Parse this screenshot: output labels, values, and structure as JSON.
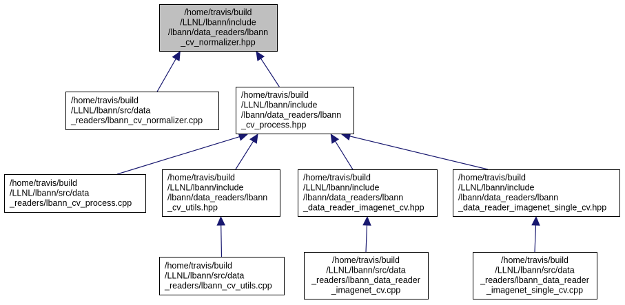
{
  "colors": {
    "root_fill": "#bfbfbf",
    "node_fill": "#ffffff",
    "border": "#000000",
    "edge": "#191970"
  },
  "nodes": [
    {
      "id": "cv_normalizer_hpp",
      "root": true,
      "align": "center",
      "lines": [
        "/home/travis/build",
        "/LLNL/lbann/include",
        "/lbann/data_readers/lbann",
        "_cv_normalizer.hpp"
      ]
    },
    {
      "id": "cv_normalizer_cpp",
      "align": "left",
      "lines": [
        "/home/travis/build",
        "/LLNL/lbann/src/data",
        "_readers/lbann_cv_normalizer.cpp"
      ]
    },
    {
      "id": "cv_process_hpp",
      "align": "left",
      "lines": [
        "/home/travis/build",
        "/LLNL/lbann/include",
        "/lbann/data_readers/lbann",
        "_cv_process.hpp"
      ]
    },
    {
      "id": "cv_process_cpp",
      "align": "left",
      "lines": [
        "/home/travis/build",
        "/LLNL/lbann/src/data",
        "_readers/lbann_cv_process.cpp"
      ]
    },
    {
      "id": "cv_utils_hpp",
      "align": "left",
      "lines": [
        "/home/travis/build",
        "/LLNL/lbann/include",
        "/lbann/data_readers/lbann",
        "_cv_utils.hpp"
      ]
    },
    {
      "id": "imagenet_cv_hpp",
      "align": "left",
      "lines": [
        "/home/travis/build",
        "/LLNL/lbann/include",
        "/lbann/data_readers/lbann",
        "_data_reader_imagenet_cv.hpp"
      ]
    },
    {
      "id": "imagenet_single_cv_hpp",
      "align": "left",
      "lines": [
        "/home/travis/build",
        "/LLNL/lbann/include",
        "/lbann/data_readers/lbann",
        "_data_reader_imagenet_single_cv.hpp"
      ]
    },
    {
      "id": "cv_utils_cpp",
      "align": "left",
      "lines": [
        "/home/travis/build",
        "/LLNL/lbann/src/data",
        "_readers/lbann_cv_utils.cpp"
      ]
    },
    {
      "id": "imagenet_cv_cpp",
      "align": "center",
      "lines": [
        "/home/travis/build",
        "/LLNL/lbann/src/data",
        "_readers/lbann_data_reader",
        "_imagenet_cv.cpp"
      ]
    },
    {
      "id": "imagenet_single_cv_cpp",
      "align": "center",
      "lines": [
        "/home/travis/build",
        "/LLNL/lbann/src/data",
        "_readers/lbann_data_reader",
        "_imagenet_single_cv.cpp"
      ]
    }
  ],
  "edges": [
    {
      "from": "cv_normalizer_cpp",
      "to": "cv_normalizer_hpp"
    },
    {
      "from": "cv_process_hpp",
      "to": "cv_normalizer_hpp"
    },
    {
      "from": "cv_process_cpp",
      "to": "cv_process_hpp"
    },
    {
      "from": "cv_utils_hpp",
      "to": "cv_process_hpp"
    },
    {
      "from": "imagenet_cv_hpp",
      "to": "cv_process_hpp"
    },
    {
      "from": "imagenet_single_cv_hpp",
      "to": "cv_process_hpp"
    },
    {
      "from": "cv_utils_cpp",
      "to": "cv_utils_hpp"
    },
    {
      "from": "imagenet_cv_cpp",
      "to": "imagenet_cv_hpp"
    },
    {
      "from": "imagenet_single_cv_cpp",
      "to": "imagenet_single_cv_hpp"
    }
  ]
}
